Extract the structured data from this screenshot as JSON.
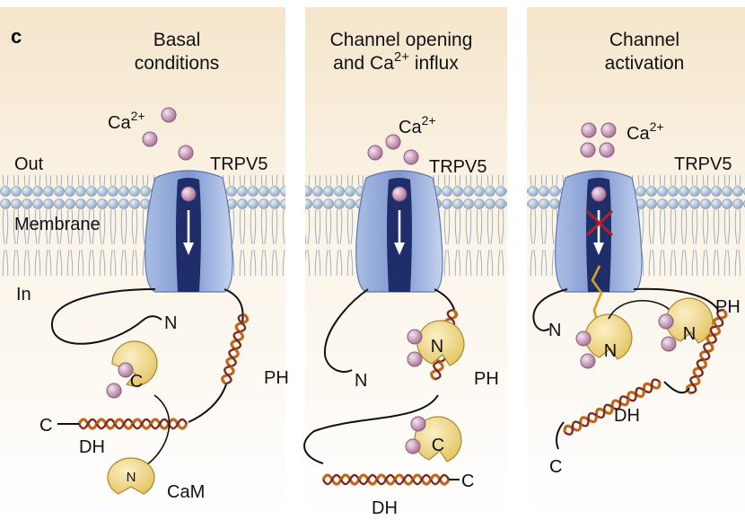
{
  "figure": {
    "panel_letter": "c",
    "panels": [
      {
        "title_line1": "Basal",
        "title_line2": "conditions",
        "ion_label": "Ca",
        "ion_sup": "2+",
        "channel_label": "TRPV5",
        "n_label": "N",
        "ph_label": "PH",
        "c_label": "C",
        "dh_label": "DH",
        "cam_label": "CaM",
        "cam_c_label": "C",
        "cam_n_label": "N"
      },
      {
        "title_line1": "Channel opening",
        "title_line2_prefix": "and Ca",
        "title_line2_sup": "2+",
        "title_line2_suffix": " influx",
        "channel_label": "TRPV5",
        "n_label": "N",
        "ph_label": "PH",
        "dh_label": "DH",
        "c_label": "C",
        "cam_n_label": "N",
        "cam_c_label": "C"
      },
      {
        "title_line1": "Channel",
        "title_line2": "activation",
        "ion_label": "Ca",
        "ion_sup": "2+",
        "channel_label": "TRPV5",
        "n_label": "N",
        "ph_label": "PH",
        "dh_label": "DH",
        "c_label": "C",
        "cam_n_label": "N",
        "cam_n2_label": "N"
      }
    ],
    "side_labels": {
      "out": "Out",
      "membrane": "Membrane",
      "in": "In"
    },
    "colors": {
      "panel_background": "#f7ecd9",
      "channel": "#8fa8d8",
      "pore": "#1f2e6b",
      "lipid_head": "#b9cbe0",
      "ion": "#c99ab9",
      "cam": "#f3d98a",
      "helix": "#c0651a",
      "block_x": "#b0202a",
      "linker": "#d9a022"
    }
  }
}
